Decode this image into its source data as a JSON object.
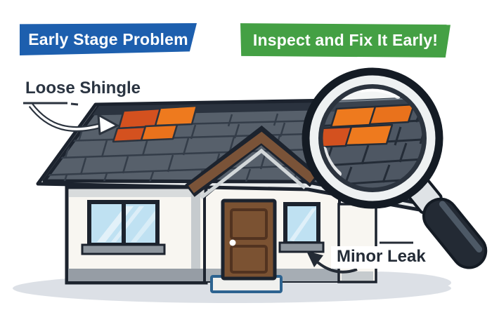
{
  "banners": {
    "problem": {
      "label": "Early Stage Problem",
      "bg": "#1d5fae",
      "text_color": "#ffffff"
    },
    "solution": {
      "label": "Inspect and Fix It Early!",
      "bg": "#44a044",
      "text_color": "#ffffff"
    }
  },
  "labels": {
    "loose_shingle": "Loose Shingle",
    "minor_leak": "Minor Leak"
  },
  "colors": {
    "roof_grey": "#57606b",
    "roof_fascia": "#e9eced",
    "roof_outline": "#1c232e",
    "ridge_cap": "#2b333f",
    "shingle_line": "#343d49",
    "orange_bright": "#ee7a1e",
    "orange_mid": "#e9721c",
    "orange_dark": "#d4511f",
    "trim_brown": "#7a5338",
    "door_brown": "#7b5232",
    "glass_blue": "#bfe1f2",
    "wall_cream": "#f8f6f1",
    "wall_shade": "#d8dbdc",
    "corner_strip": "#c6cbce",
    "foundation": "#969da5",
    "foundation_light": "#a6adb4",
    "sill_grey": "#8e969e",
    "step_border": "#2d6390",
    "shadow": "#dce0e6",
    "lens_field": "#4e5763",
    "lens_band": "#39424e",
    "rim_dark": "#141b24",
    "rim_silver": "#eef1f2",
    "rim_inner": "#2b333e",
    "handle_black": "#232a34",
    "arrow_dark": "#2b333e",
    "label_text": "#2a3441"
  }
}
